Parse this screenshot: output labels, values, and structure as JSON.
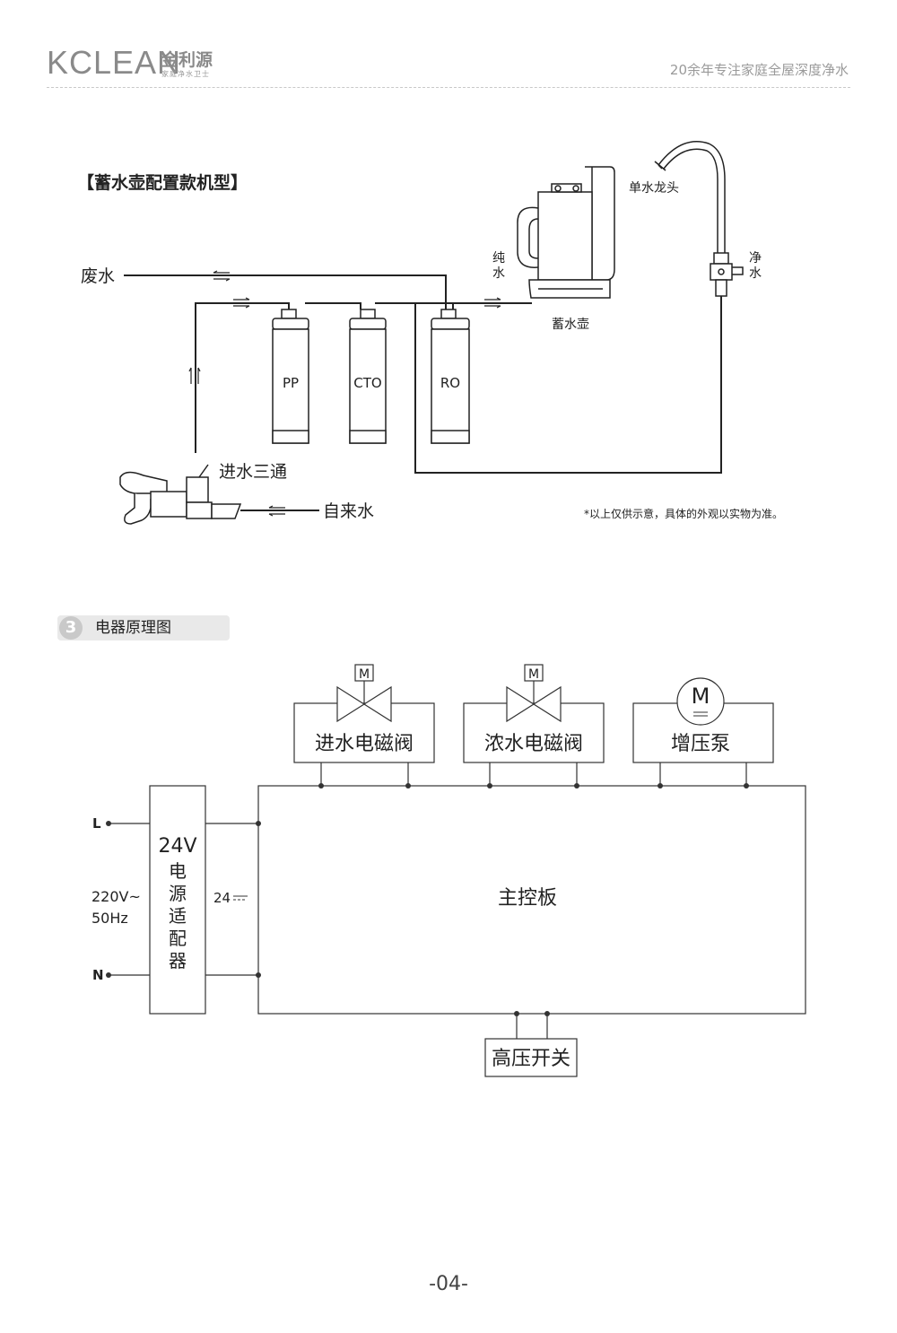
{
  "header": {
    "brand_latin": "KCLEAN",
    "brand_cn": "金利源",
    "brand_sub": "家庭净水卫士",
    "tagline": "20余年专注家庭全屋深度净水"
  },
  "diagram1": {
    "title": "【蓄水壶配置款机型】",
    "labels": {
      "waste_water": "废水",
      "pure_water_v1": "纯",
      "pure_water_v2": "水",
      "tank": "蓄水壶",
      "faucet": "单水龙头",
      "clean_water_v1": "净",
      "clean_water_v2": "水",
      "inlet_tee": "进水三通",
      "tap_water": "自来水"
    },
    "filters": [
      "PP",
      "CTO",
      "RO"
    ],
    "note": "*以上仅供示意，具体的外观以实物为准。"
  },
  "section": {
    "number": "3",
    "title": "电器原理图"
  },
  "diagram2": {
    "components": {
      "inlet_valve": "进水电磁阀",
      "waste_valve": "浓水电磁阀",
      "pump": "增压泵",
      "main_board": "主控板",
      "pressure_switch": "高压开关"
    },
    "motor_symbol": "M",
    "adapter": {
      "voltage": "24V",
      "name_chars": [
        "电",
        "源",
        "适",
        "配",
        "器"
      ]
    },
    "power": {
      "live": "L",
      "neutral": "N",
      "voltage": "220V~",
      "frequency": "50Hz",
      "dc_label": "24"
    }
  },
  "footer": {
    "page_number": "-04-"
  }
}
